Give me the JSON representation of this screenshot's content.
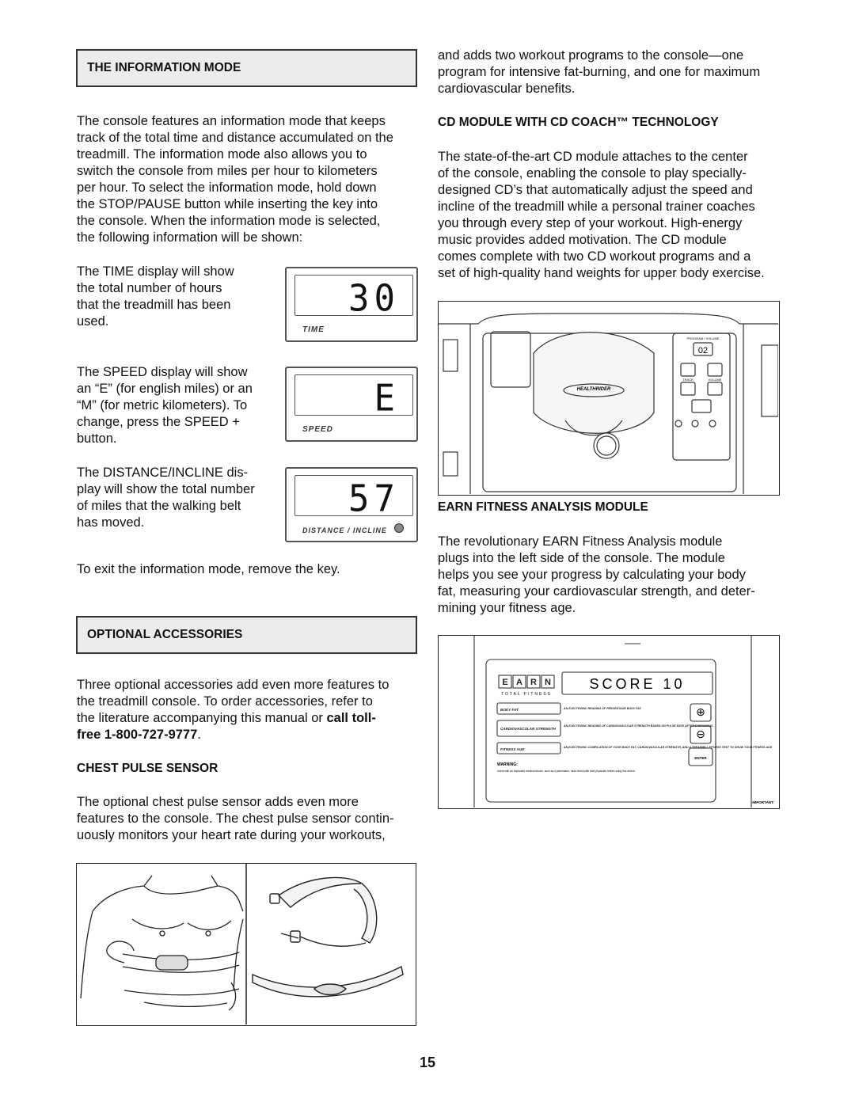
{
  "left": {
    "info_mode": {
      "heading": "THE INFORMATION MODE",
      "paragraph_lines": [
        "The console features an information mode that keeps",
        "track of the total time and distance accumulated on the",
        "treadmill. The information mode also allows you to",
        "switch the console from miles per hour to kilometers",
        "per hour. To select the information mode, hold down",
        "the STOP/PAUSE button while inserting the key into",
        "the console. When the information mode is selected,",
        "the following information will be shown:"
      ],
      "time_text_lines": [
        "The TIME display will show",
        "the total number of hours",
        "that the treadmill has been",
        "used."
      ],
      "speed_text_lines": [
        "The SPEED display will show",
        "an “E” (for english miles) or an",
        "“M” (for metric kilometers). To",
        "change, press the SPEED +",
        "button."
      ],
      "distance_text_lines": [
        "The DISTANCE/INCLINE dis-",
        "play will show the total number",
        "of miles that the walking belt",
        "has moved."
      ],
      "exit_text": "To exit the information mode, remove the key.",
      "displays": {
        "time": {
          "value": "30",
          "label": "TIME"
        },
        "speed": {
          "value": "E",
          "label": "SPEED"
        },
        "distance": {
          "value": "57",
          "label": "DISTANCE / INCLINE"
        }
      }
    },
    "accessories": {
      "heading": "OPTIONAL ACCESSORIES",
      "line1": "Three optional accessories add even more features to",
      "line2": "the treadmill console. To order accessories, refer to",
      "line3_plain": "the literature accompanying this manual or ",
      "line3_bold": "call toll-",
      "line4_bold": "free 1-800-727-9777",
      "line4_end": "."
    },
    "chest": {
      "heading": "CHEST PULSE SENSOR",
      "lines": [
        "The optional chest pulse sensor adds even more",
        "features to the console. The chest pulse sensor contin-",
        "uously monitors your heart rate during your workouts,"
      ]
    }
  },
  "right": {
    "continued_lines": [
      "and adds two workout programs to the console—one",
      "program for intensive fat-burning, and one for maximum",
      "cardiovascular benefits."
    ],
    "cd": {
      "heading": "CD MODULE WITH CD COACH™ TECHNOLOGY",
      "lines": [
        "The state-of-the-art CD module attaches to the center",
        "of the console, enabling the console to play specially-",
        "designed CD’s that automatically adjust the speed and",
        "incline of the treadmill while a personal trainer coaches",
        "you through every step of your workout. High-energy",
        "music provides added motivation. The CD module",
        "comes complete with two CD workout programs and a",
        "set of high-quality hand weights for upper body exercise."
      ],
      "figure": {
        "brand": "HEALTHRIDER",
        "panel_title": "PROGRAM / VOLUME",
        "panel_display": "02",
        "panel_labels": [
          "TRACK",
          "VOLUME"
        ]
      }
    },
    "earn": {
      "heading": "EARN FITNESS ANALYSIS MODULE",
      "lines": [
        "The revolutionary EARN Fitness Analysis module",
        "plugs into the left side of the console. The module",
        "helps you see your progress by calculating your body",
        "fat, measuring your cardiovascular strength, and deter-",
        "mining your fitness age."
      ],
      "figure": {
        "logo_letters": [
          "E",
          "A",
          "R",
          "N"
        ],
        "logo_subtitle": "TOTAL FITNESS",
        "display": "SCORE 10",
        "rows": [
          {
            "label": "BODY FAT",
            "desc": "AN ELECTRONIC READING OF PERCENTAGE BODY FAT."
          },
          {
            "label": "CARDIOVASCULAR STRENGTH",
            "desc": "AN ELECTRONIC READING OF CARDIOVASCULAR STRENGTH BASED ON PULSE RATE AFTER EXERCISING."
          },
          {
            "label": "FITNESS AGE",
            "desc": "AN ELECTRONIC COMPILATION OF YOUR BODY FAT, CARDIOVASCULAR STRENGTH, AND A TREADMILL FITNESS TEST TO SHOW YOUR FITNESS AGE"
          }
        ],
        "warning_title": "WARNING:",
        "warning_text": "Users with an implanted medical device, such as a pacemaker, must check with their physician before using this device.",
        "enter_label": "ENTER",
        "important_label": "IMPORTANT:"
      }
    }
  },
  "page_number": "15"
}
